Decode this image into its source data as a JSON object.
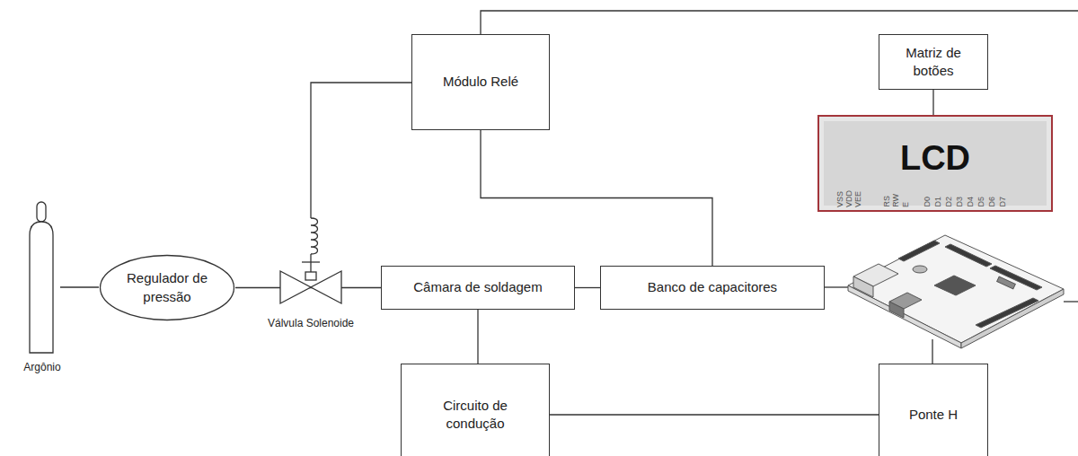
{
  "diagram": {
    "nodes": [
      {
        "text": [
          "Módulo Relé"
        ]
      },
      {
        "text": [
          "Matriz de botões"
        ]
      },
      {
        "text": [
          "LCD"
        ]
      },
      {
        "text": [
          "Regulador de pressão"
        ]
      },
      {
        "text": [
          "Câmara de soldagem"
        ]
      },
      {
        "text": [
          "Banco de capacitores"
        ]
      },
      {
        "text": [
          "Circuito de condução"
        ]
      },
      {
        "text": [
          "Ponte H"
        ]
      }
    ],
    "edges": [
      {
        "from": 0,
        "to": 5,
        "arrow": "none"
      },
      {
        "from": 1,
        "to": 2,
        "arrow": "none"
      },
      {
        "from": 3,
        "to": 4,
        "arrow": "none"
      },
      {
        "from": 4,
        "to": 5,
        "arrow": "none"
      },
      {
        "from": 4,
        "to": 6,
        "arrow": "none"
      },
      {
        "from": 6,
        "to": 7,
        "arrow": "none"
      }
    ],
    "labels": [
      "Válvula Solenoide",
      "Argônio",
      "VSS",
      "VDD",
      "VEE",
      "RS",
      "RW",
      "E",
      "D0",
      "D1",
      "D2",
      "D3",
      "D4",
      "D5",
      "D6",
      "D7"
    ]
  }
}
